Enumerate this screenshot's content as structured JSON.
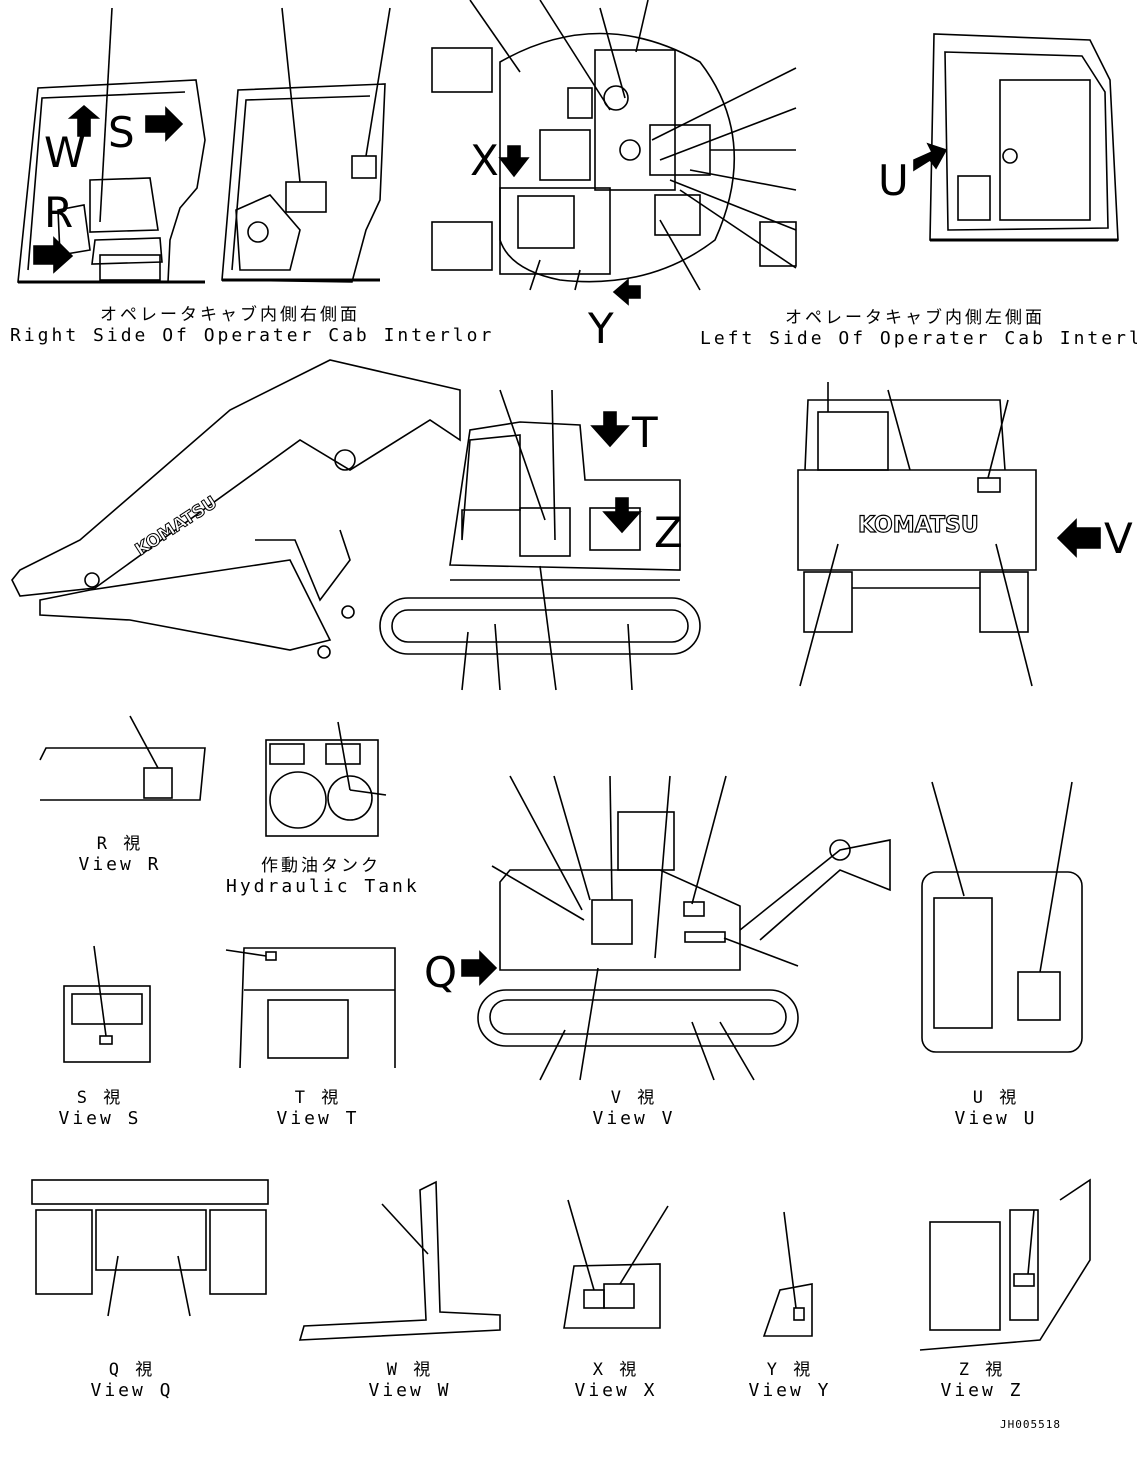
{
  "captions": {
    "right_side": {
      "jp": "オペレータキャブ内側右側面",
      "en": "Right Side Of Operater Cab Interlor"
    },
    "left_side": {
      "jp": "オペレータキャブ内側左側面",
      "en": "Left Side Of Operater Cab Interlor"
    },
    "view_r": {
      "jp": "R 視",
      "en": "View R"
    },
    "hydraulic_tank": {
      "jp": "作動油タンク",
      "en": "Hydraulic Tank"
    },
    "view_s": {
      "jp": "S 視",
      "en": "View S"
    },
    "view_t": {
      "jp": "T 視",
      "en": "View T"
    },
    "view_v": {
      "jp": "V 視",
      "en": "View V"
    },
    "view_u": {
      "jp": "U 視",
      "en": "View U"
    },
    "view_q": {
      "jp": "Q 視",
      "en": "View Q"
    },
    "view_w": {
      "jp": "W 視",
      "en": "View W"
    },
    "view_x": {
      "jp": "X 視",
      "en": "View X"
    },
    "view_y": {
      "jp": "Y 視",
      "en": "View Y"
    },
    "view_z": {
      "jp": "Z 視",
      "en": "View Z"
    }
  },
  "view_letters": {
    "w": "W",
    "s": "S",
    "r": "R",
    "x": "X",
    "y": "Y",
    "u": "U",
    "t": "T",
    "z": "Z",
    "v": "V",
    "q": "Q"
  },
  "brand_text": "KOMATSU",
  "drawing_code": "JH005518"
}
